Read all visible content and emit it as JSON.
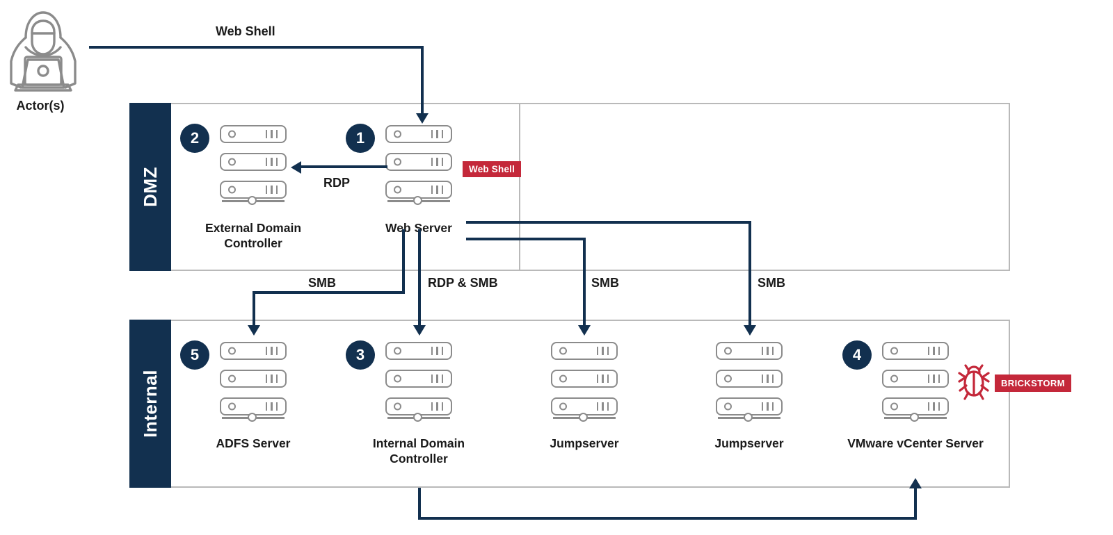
{
  "diagram": {
    "actor": {
      "label": "Actor(s)",
      "icon": "hooded-actor-icon"
    },
    "zones": [
      {
        "id": "dmz",
        "label": "DMZ"
      },
      {
        "id": "internal",
        "label": "Internal"
      }
    ],
    "nodes": [
      {
        "id": "external-dc",
        "label": "External Domain Controller",
        "step": "2",
        "zone": "dmz"
      },
      {
        "id": "web-server",
        "label": "Web Server",
        "step": "1",
        "zone": "dmz"
      },
      {
        "id": "adfs-server",
        "label": "ADFS Server",
        "step": "5",
        "zone": "internal"
      },
      {
        "id": "internal-dc",
        "label": "Internal Domain Controller",
        "step": "3",
        "zone": "internal"
      },
      {
        "id": "jumpserver-1",
        "label": "Jumpserver",
        "step": "",
        "zone": "internal"
      },
      {
        "id": "jumpserver-2",
        "label": "Jumpserver",
        "step": "",
        "zone": "internal"
      },
      {
        "id": "vcenter",
        "label": "VMware vCenter Server",
        "step": "4",
        "zone": "internal"
      }
    ],
    "edges": [
      {
        "id": "actor-to-web",
        "label": "Web Shell",
        "from": "actor",
        "to": "web-server"
      },
      {
        "id": "web-to-external-dc",
        "label": "RDP",
        "from": "web-server",
        "to": "external-dc"
      },
      {
        "id": "web-to-adfs",
        "label": "SMB",
        "from": "web-server",
        "to": "adfs-server"
      },
      {
        "id": "web-to-internal-dc",
        "label": "RDP & SMB",
        "from": "web-server",
        "to": "internal-dc"
      },
      {
        "id": "web-to-jump1",
        "label": "SMB",
        "from": "web-server",
        "to": "jumpserver-1"
      },
      {
        "id": "web-to-jump2",
        "label": "SMB",
        "from": "web-server",
        "to": "jumpserver-2"
      },
      {
        "id": "internal-dc-to-vcenter",
        "label": "",
        "from": "internal-dc",
        "to": "vcenter"
      }
    ],
    "tags": [
      {
        "id": "web-shell-tag",
        "label": "Web Shell",
        "attached_to": "web-server",
        "color": "#c4283a"
      },
      {
        "id": "brickstorm-tag",
        "label": "BRICKSTORM",
        "attached_to": "vcenter",
        "color": "#c4283a",
        "icon": "bug-icon"
      }
    ],
    "colors": {
      "navy": "#12304f",
      "red": "#c4283a",
      "icon_gray": "#8b8b8b",
      "box_gray": "#b9b9b9"
    }
  }
}
